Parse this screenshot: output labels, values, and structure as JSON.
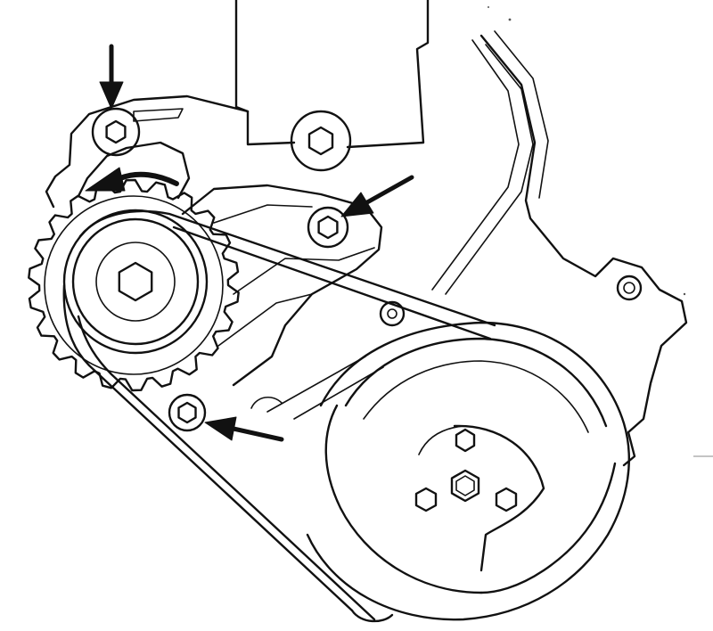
{
  "diagram": {
    "palette": {
      "line": "#111111",
      "background": "#ffffff"
    },
    "parts": [
      "engine-block",
      "timing-cover",
      "tensioner-pulley",
      "idler-sprocket",
      "crankshaft-pulley",
      "drive-belt"
    ],
    "callouts": [
      "arrow-top-bolt",
      "arrow-tensioner-bolt",
      "arrow-lower-bolt",
      "arrow-rotation-direction"
    ]
  }
}
